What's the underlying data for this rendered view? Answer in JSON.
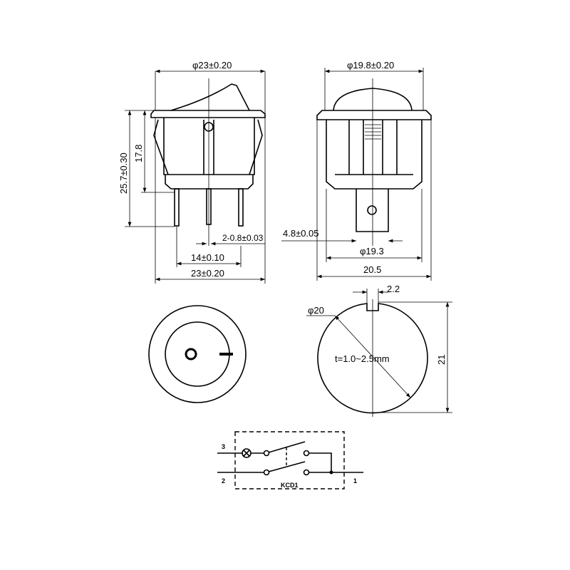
{
  "side_view": {
    "top_width": "φ23±0.20",
    "total_height": "25.7±0.30",
    "body_height": "17.8",
    "pin_width": "2-0.8±0.03",
    "pin_spacing": "14±0.10",
    "bottom_width": "23±0.20"
  },
  "end_view": {
    "top_width": "φ19.8±0.20",
    "tab_width": "4.8±0.05",
    "body_diameter": "φ19.3",
    "flange_width": "20.5"
  },
  "front_view": {
    "off_symbol": "O",
    "on_symbol": "—"
  },
  "panel_cutout": {
    "notch_width": "2.2",
    "diameter": "φ20",
    "height": "21",
    "thickness": "t=1.0~2.5mm"
  },
  "schematic": {
    "terminal_3": "3",
    "terminal_2": "2",
    "terminal_1": "1",
    "model": "KCD1"
  }
}
